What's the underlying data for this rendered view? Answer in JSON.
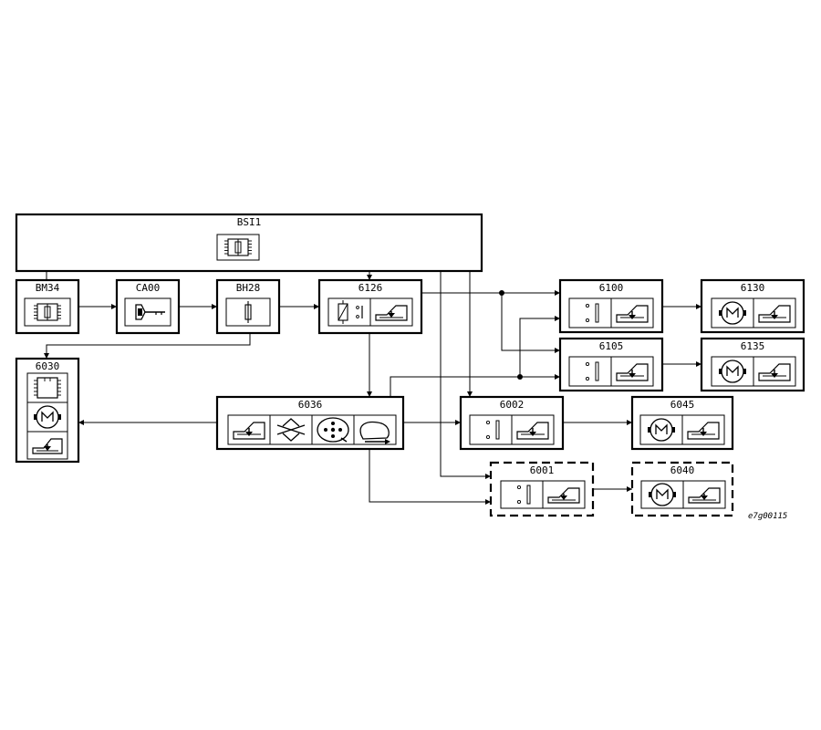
{
  "diagram": {
    "colors": {
      "ink": "#000000",
      "background": "#ffffff"
    },
    "modules": {
      "bsi1": {
        "label": "BSI1",
        "border": "solid",
        "icons": [
          "fuse-chip-icon"
        ]
      },
      "bm34": {
        "label": "BM34",
        "border": "solid",
        "icons": [
          "fuse-chip-icon"
        ]
      },
      "ca00": {
        "label": "CA00",
        "border": "solid",
        "icons": [
          "ignition-key-icon"
        ]
      },
      "bh28": {
        "label": "BH28",
        "border": "solid",
        "icons": [
          "fuse-icon"
        ]
      },
      "m6126": {
        "label": "6126",
        "border": "solid",
        "icons": [
          "relay-icon",
          "window-actuator-icon"
        ]
      },
      "m6030": {
        "label": "6030",
        "border": "solid",
        "icons": [
          "control-unit-icon",
          "motor-icon",
          "window-actuator-icon"
        ]
      },
      "m6036": {
        "label": "6036",
        "border": "solid",
        "icons": [
          "window-actuator-icon",
          "up-down-switch-icon",
          "control-pad-icon",
          "mirror-icon"
        ]
      },
      "m6100": {
        "label": "6100",
        "border": "solid",
        "icons": [
          "switch-icon",
          "window-actuator-icon"
        ]
      },
      "m6105": {
        "label": "6105",
        "border": "solid",
        "icons": [
          "switch-icon",
          "window-actuator-icon"
        ]
      },
      "m6130": {
        "label": "6130",
        "border": "solid",
        "icons": [
          "motor-icon",
          "window-actuator-icon"
        ]
      },
      "m6135": {
        "label": "6135",
        "border": "solid",
        "icons": [
          "motor-icon",
          "window-actuator-icon"
        ]
      },
      "m6002": {
        "label": "6002",
        "border": "solid",
        "icons": [
          "switch-icon",
          "window-actuator-icon"
        ]
      },
      "m6045": {
        "label": "6045",
        "border": "solid",
        "icons": [
          "motor-icon",
          "window-actuator-icon"
        ]
      },
      "m6001": {
        "label": "6001",
        "border": "dashed",
        "icons": [
          "switch-icon",
          "window-actuator-icon"
        ]
      },
      "m6040": {
        "label": "6040",
        "border": "dashed",
        "icons": [
          "motor-icon",
          "window-actuator-icon"
        ]
      }
    },
    "connections": [
      {
        "from": "bm34",
        "to": "bsi1"
      },
      {
        "from": "bm34",
        "to": "ca00"
      },
      {
        "from": "ca00",
        "to": "bh28"
      },
      {
        "from": "bh28",
        "to": "m6126"
      },
      {
        "from": "bh28",
        "to": "m6030"
      },
      {
        "from": "bsi1",
        "to": "m6126"
      },
      {
        "from": "bsi1",
        "to": "m6002"
      },
      {
        "from": "bsi1",
        "to": "m6001"
      },
      {
        "from": "m6126",
        "to": "m6100"
      },
      {
        "from": "m6126",
        "to": "m6105"
      },
      {
        "from": "m6126",
        "to": "m6036"
      },
      {
        "from": "m6036",
        "to": "m6030"
      },
      {
        "from": "m6036",
        "to": "m6002"
      },
      {
        "from": "m6036",
        "to": "m6001"
      },
      {
        "from": "m6036",
        "to": "m6100"
      },
      {
        "from": "m6036",
        "to": "m6105"
      },
      {
        "from": "m6100",
        "to": "m6130"
      },
      {
        "from": "m6105",
        "to": "m6135"
      },
      {
        "from": "m6002",
        "to": "m6045"
      },
      {
        "from": "m6001",
        "to": "m6040"
      }
    ],
    "reference": "e7g00115"
  }
}
